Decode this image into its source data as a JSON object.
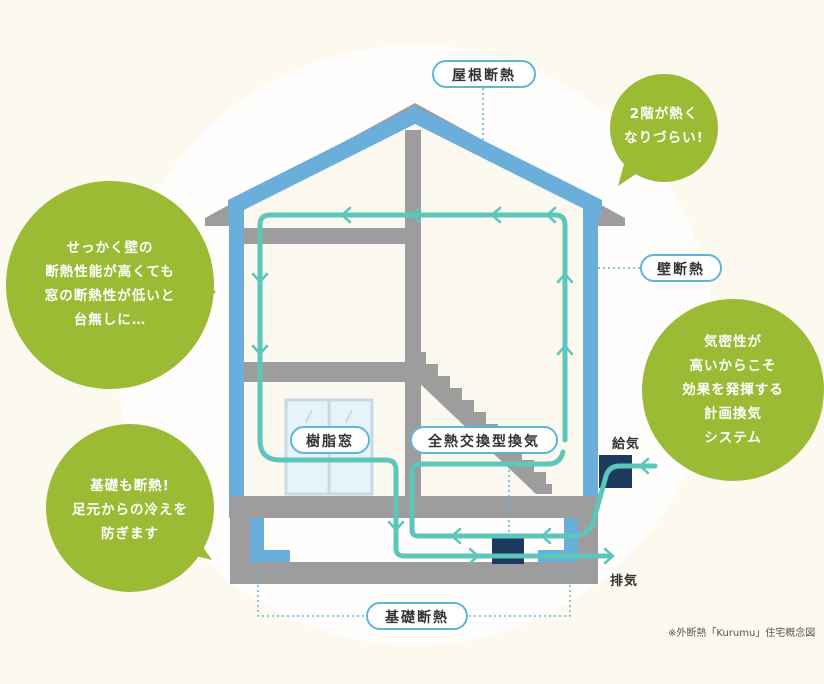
{
  "labels": {
    "roof": "屋根断熱",
    "wall": "壁断熱",
    "foundation": "基礎断熱",
    "window": "樹脂窓",
    "ventilation": "全熱交換型換気"
  },
  "vents": {
    "supply": "給気",
    "exhaust": "排気"
  },
  "bubbles": {
    "second_floor": [
      "2階が熱く",
      "なりづらい!"
    ],
    "windows": [
      "せっかく壁の",
      "断熱性能が高くても",
      "窓の断熱性が低いと",
      "台無しに…"
    ],
    "airtight": [
      "気密性が",
      "高いからこそ",
      "効果を発揮する",
      "計画換気",
      "システム"
    ],
    "foundation": [
      "基礎も断熱!",
      "足元からの冷えを",
      "防ぎます"
    ]
  },
  "caption": "※外断熱「Kurumu」住宅概念図",
  "colors": {
    "background": "#fcf9ee",
    "insulation": "#6aaedc",
    "structure": "#9d9d9d",
    "airflow": "#5cc6bb",
    "bubble": "#9bbb35",
    "label_border": "#5bb6d9",
    "duct": "#1e3a5f"
  }
}
